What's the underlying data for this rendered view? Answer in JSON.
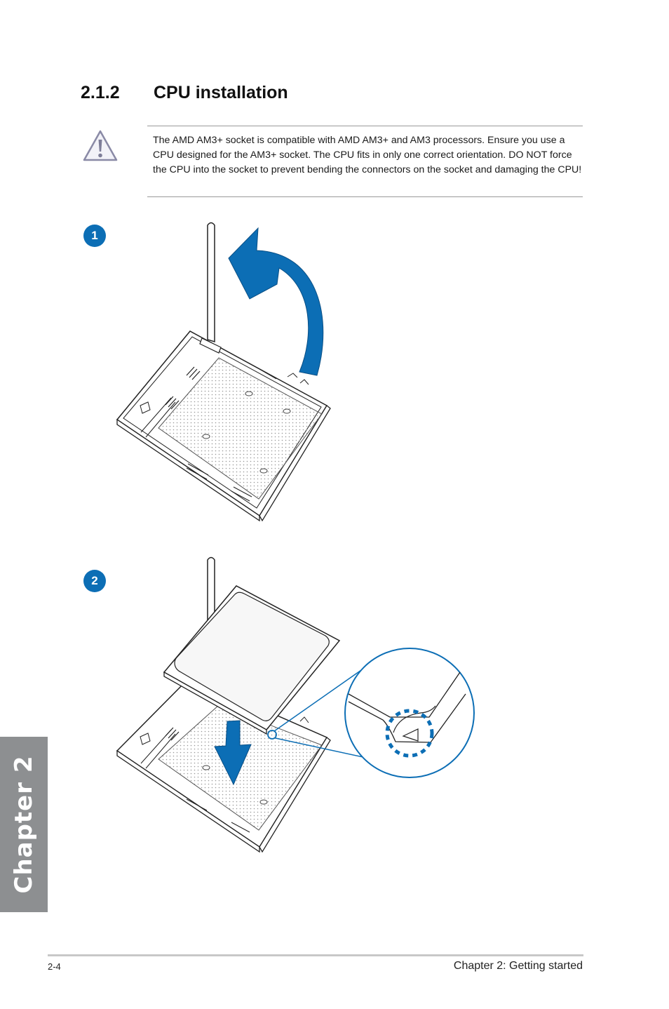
{
  "section": {
    "number": "2.1.2",
    "title": "CPU installation"
  },
  "note": {
    "icon": "warning-icon",
    "text": "The AMD AM3+ socket is compatible with AMD AM3+ and AM3 processors. Ensure you use a CPU designed for the AM3+ socket. The CPU fits in only one correct orientation. DO NOT force the CPU into the socket to prevent bending the connectors on the socket and damaging the CPU!"
  },
  "steps": [
    {
      "label": "1"
    },
    {
      "label": "2"
    }
  ],
  "sidebar": {
    "chapter_tab": "Chapter 2"
  },
  "footer": {
    "page_number": "2-4",
    "chapter_title": "Chapter 2: Getting started"
  },
  "colors": {
    "accent_blue": "#0c6eb5",
    "tab_gray": "#8d8f91"
  }
}
